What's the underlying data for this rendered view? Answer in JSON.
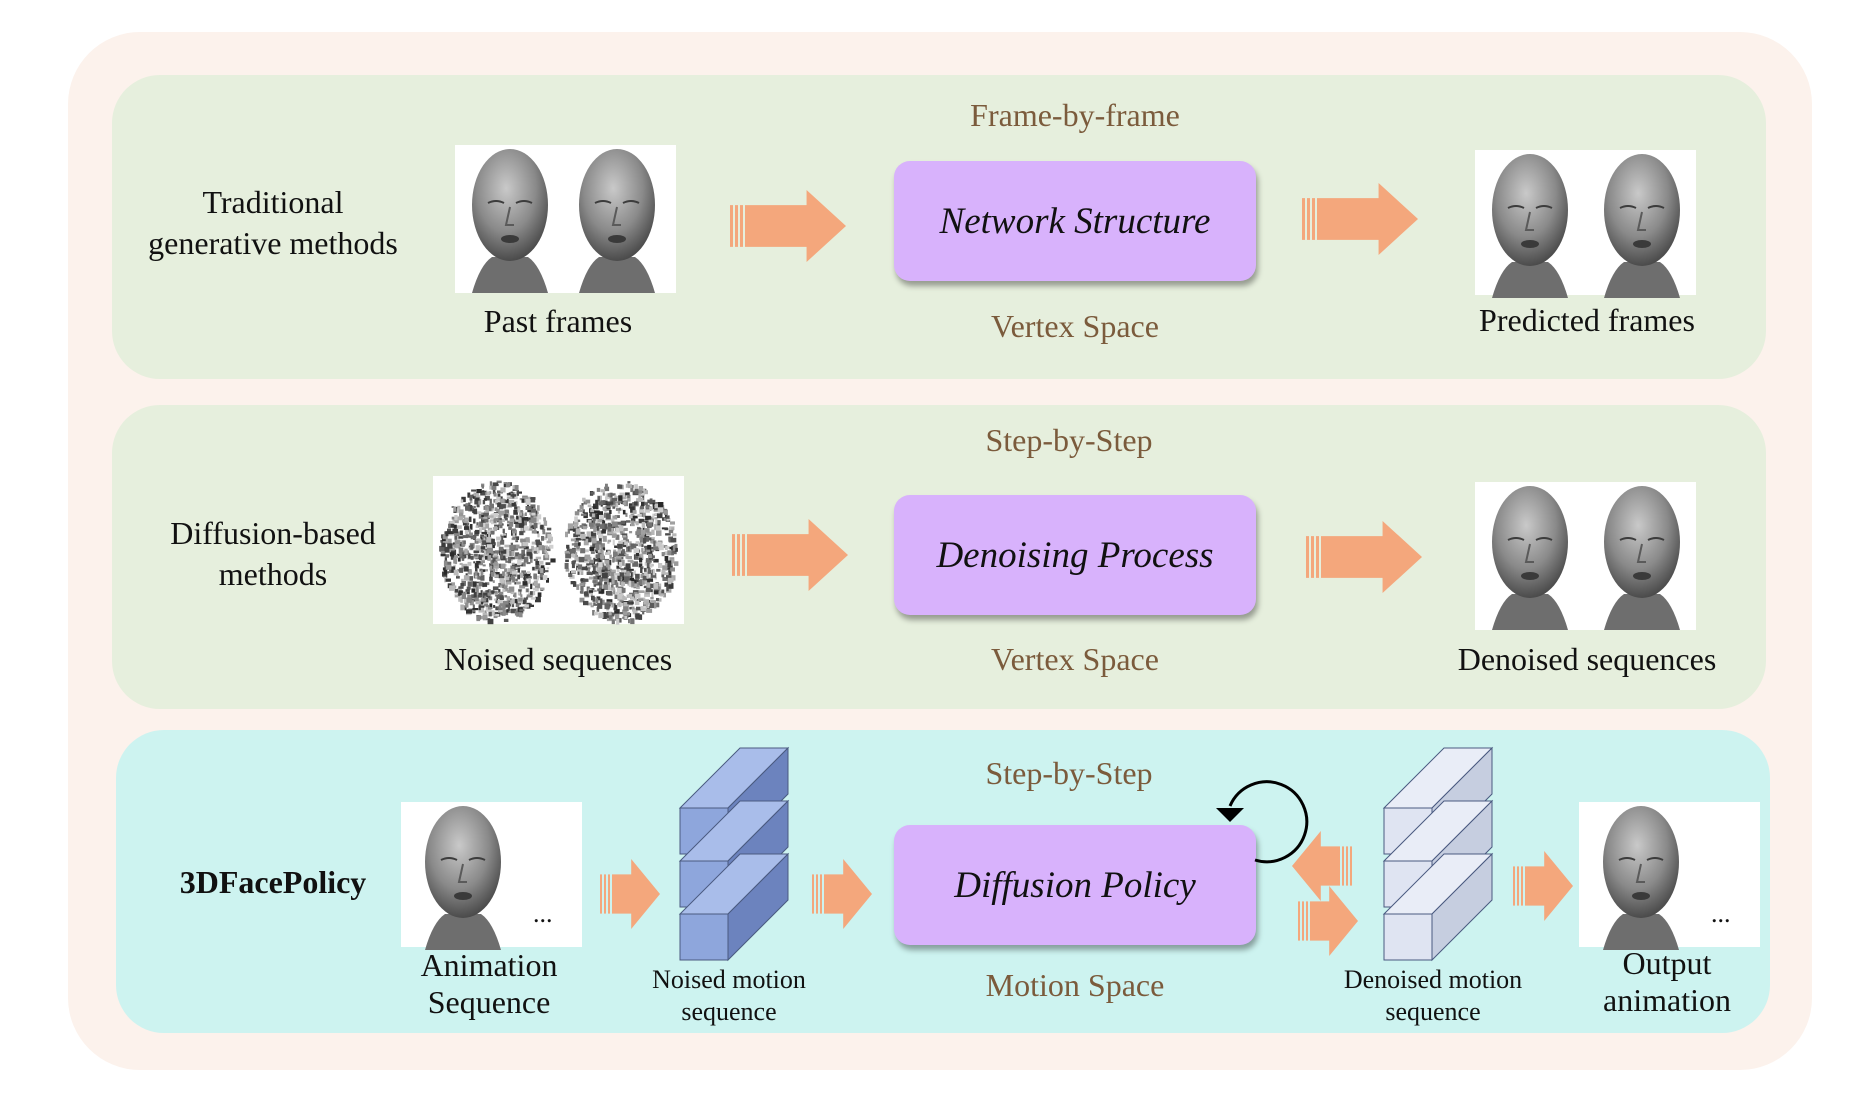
{
  "rows": [
    {
      "label": "Traditional\ngenerative methods",
      "top_caption": "Frame-by-frame",
      "box_label": "Network Structure",
      "space_label": "Vertex Space",
      "input_caption": "Past frames",
      "output_caption": "Predicted frames"
    },
    {
      "label": "Diffusion-based\nmethods",
      "top_caption": "Step-by-Step",
      "box_label": "Denoising Process",
      "space_label": "Vertex Space",
      "input_caption": "Noised sequences",
      "output_caption": "Denoised sequences"
    },
    {
      "label": "3DFacePolicy",
      "top_caption": "Step-by-Step",
      "box_label": "Diffusion Policy",
      "space_label": "Motion Space",
      "input_caption": "Animation\nSequence",
      "noised_caption": "Noised motion\nsequence",
      "denoised_caption": "Denoised motion\nsequence",
      "output_caption": "Output\nanimation",
      "ellipsis": "..."
    }
  ],
  "colors": {
    "panel_green": "#e6efdd",
    "panel_cyan": "#cdf3f0",
    "box_purple": "#d8b2fc",
    "arrow_orange": "#f4a77c",
    "caption_brown": "#7b5b3c",
    "noised_cube": "#8ea6dc",
    "denoised_cube": "#dfe4f2"
  }
}
